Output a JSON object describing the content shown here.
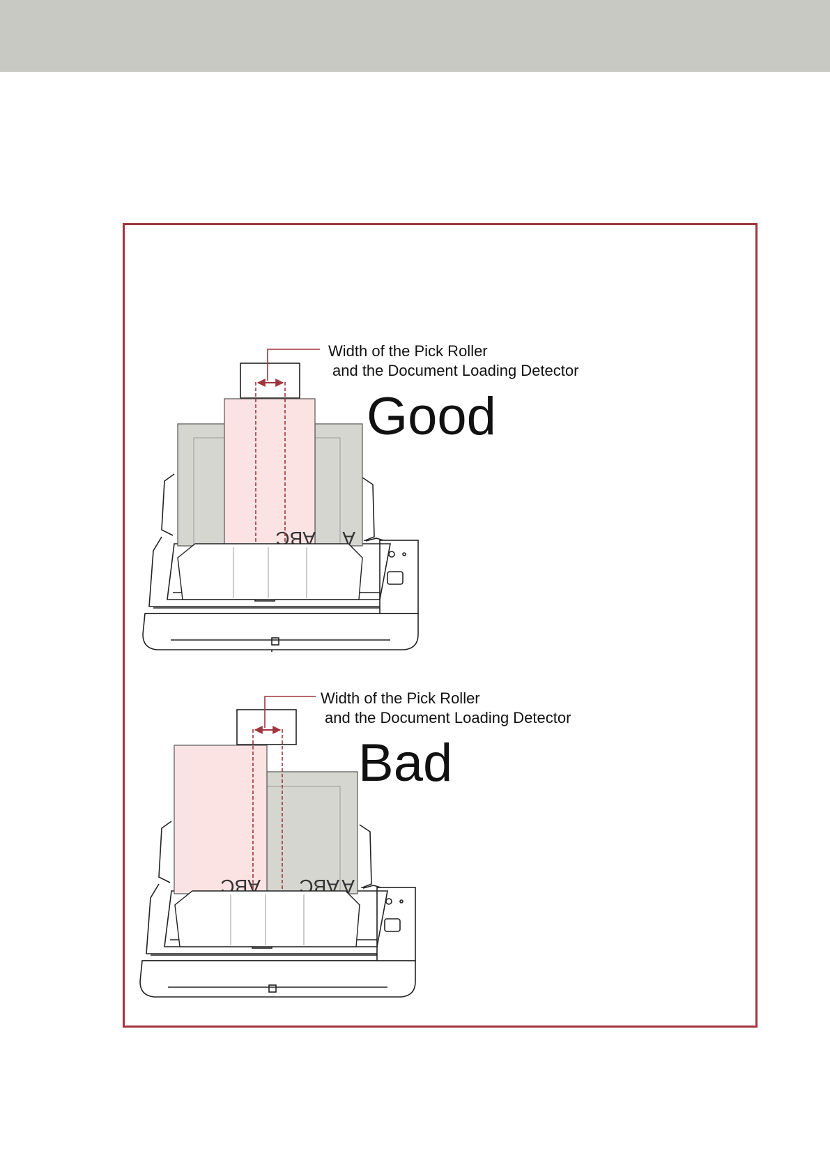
{
  "header": {
    "color": "#c9c9c4"
  },
  "figure": {
    "border_color": "#a0353d",
    "good": {
      "callout_line1": "Width of the Pick Roller",
      "callout_line2": "and the Document Loading Detector",
      "verdict": "Good",
      "doc_text_center": "ABC",
      "doc_text_right": "A"
    },
    "bad": {
      "callout_line1": "Width of the Pick Roller",
      "callout_line2": "and the Document Loading Detector",
      "verdict": "Bad",
      "doc_text_left": "ABC",
      "doc_text_right": "ABC",
      "doc_text_edge": "A"
    }
  }
}
